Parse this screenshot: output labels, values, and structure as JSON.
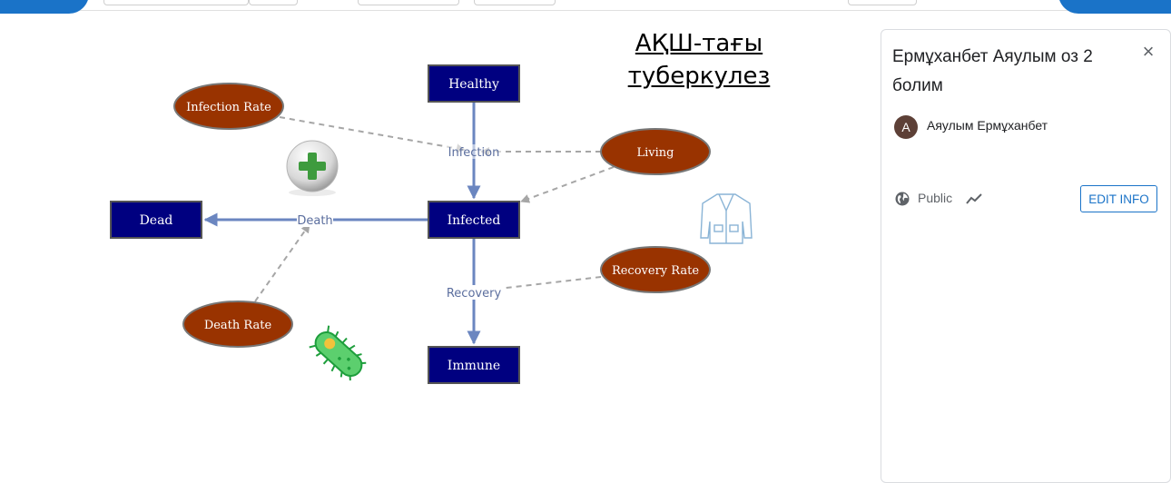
{
  "diagram": {
    "title_line1": "АҚШ-тағы",
    "title_line2": "туберкулез",
    "stocks": {
      "healthy": "Healthy",
      "infected": "Infected",
      "dead": "Dead",
      "immune": "Immune"
    },
    "variables": {
      "infection_rate": "Infection Rate",
      "living": "Living",
      "recovery_rate": "Recovery Rate",
      "death_rate": "Death Rate"
    },
    "flows": {
      "infection": "Infection",
      "death": "Death",
      "recovery": "Recovery"
    },
    "colors": {
      "stock_fill": "#000080",
      "variable_fill": "#993300",
      "flow_line": "#6b86c0",
      "link_line": "#a6a6a6"
    },
    "decorations": [
      "plus-icon",
      "lab-coat-icon",
      "bacteria-icon"
    ]
  },
  "info_panel": {
    "title": "Ермұханбет Аяулым оз 2 болим",
    "author_initial": "А",
    "author_name": "Аяулым Ермұханбет",
    "visibility": "Public",
    "edit_button": "EDIT INFO",
    "close_icon": "close-icon"
  }
}
